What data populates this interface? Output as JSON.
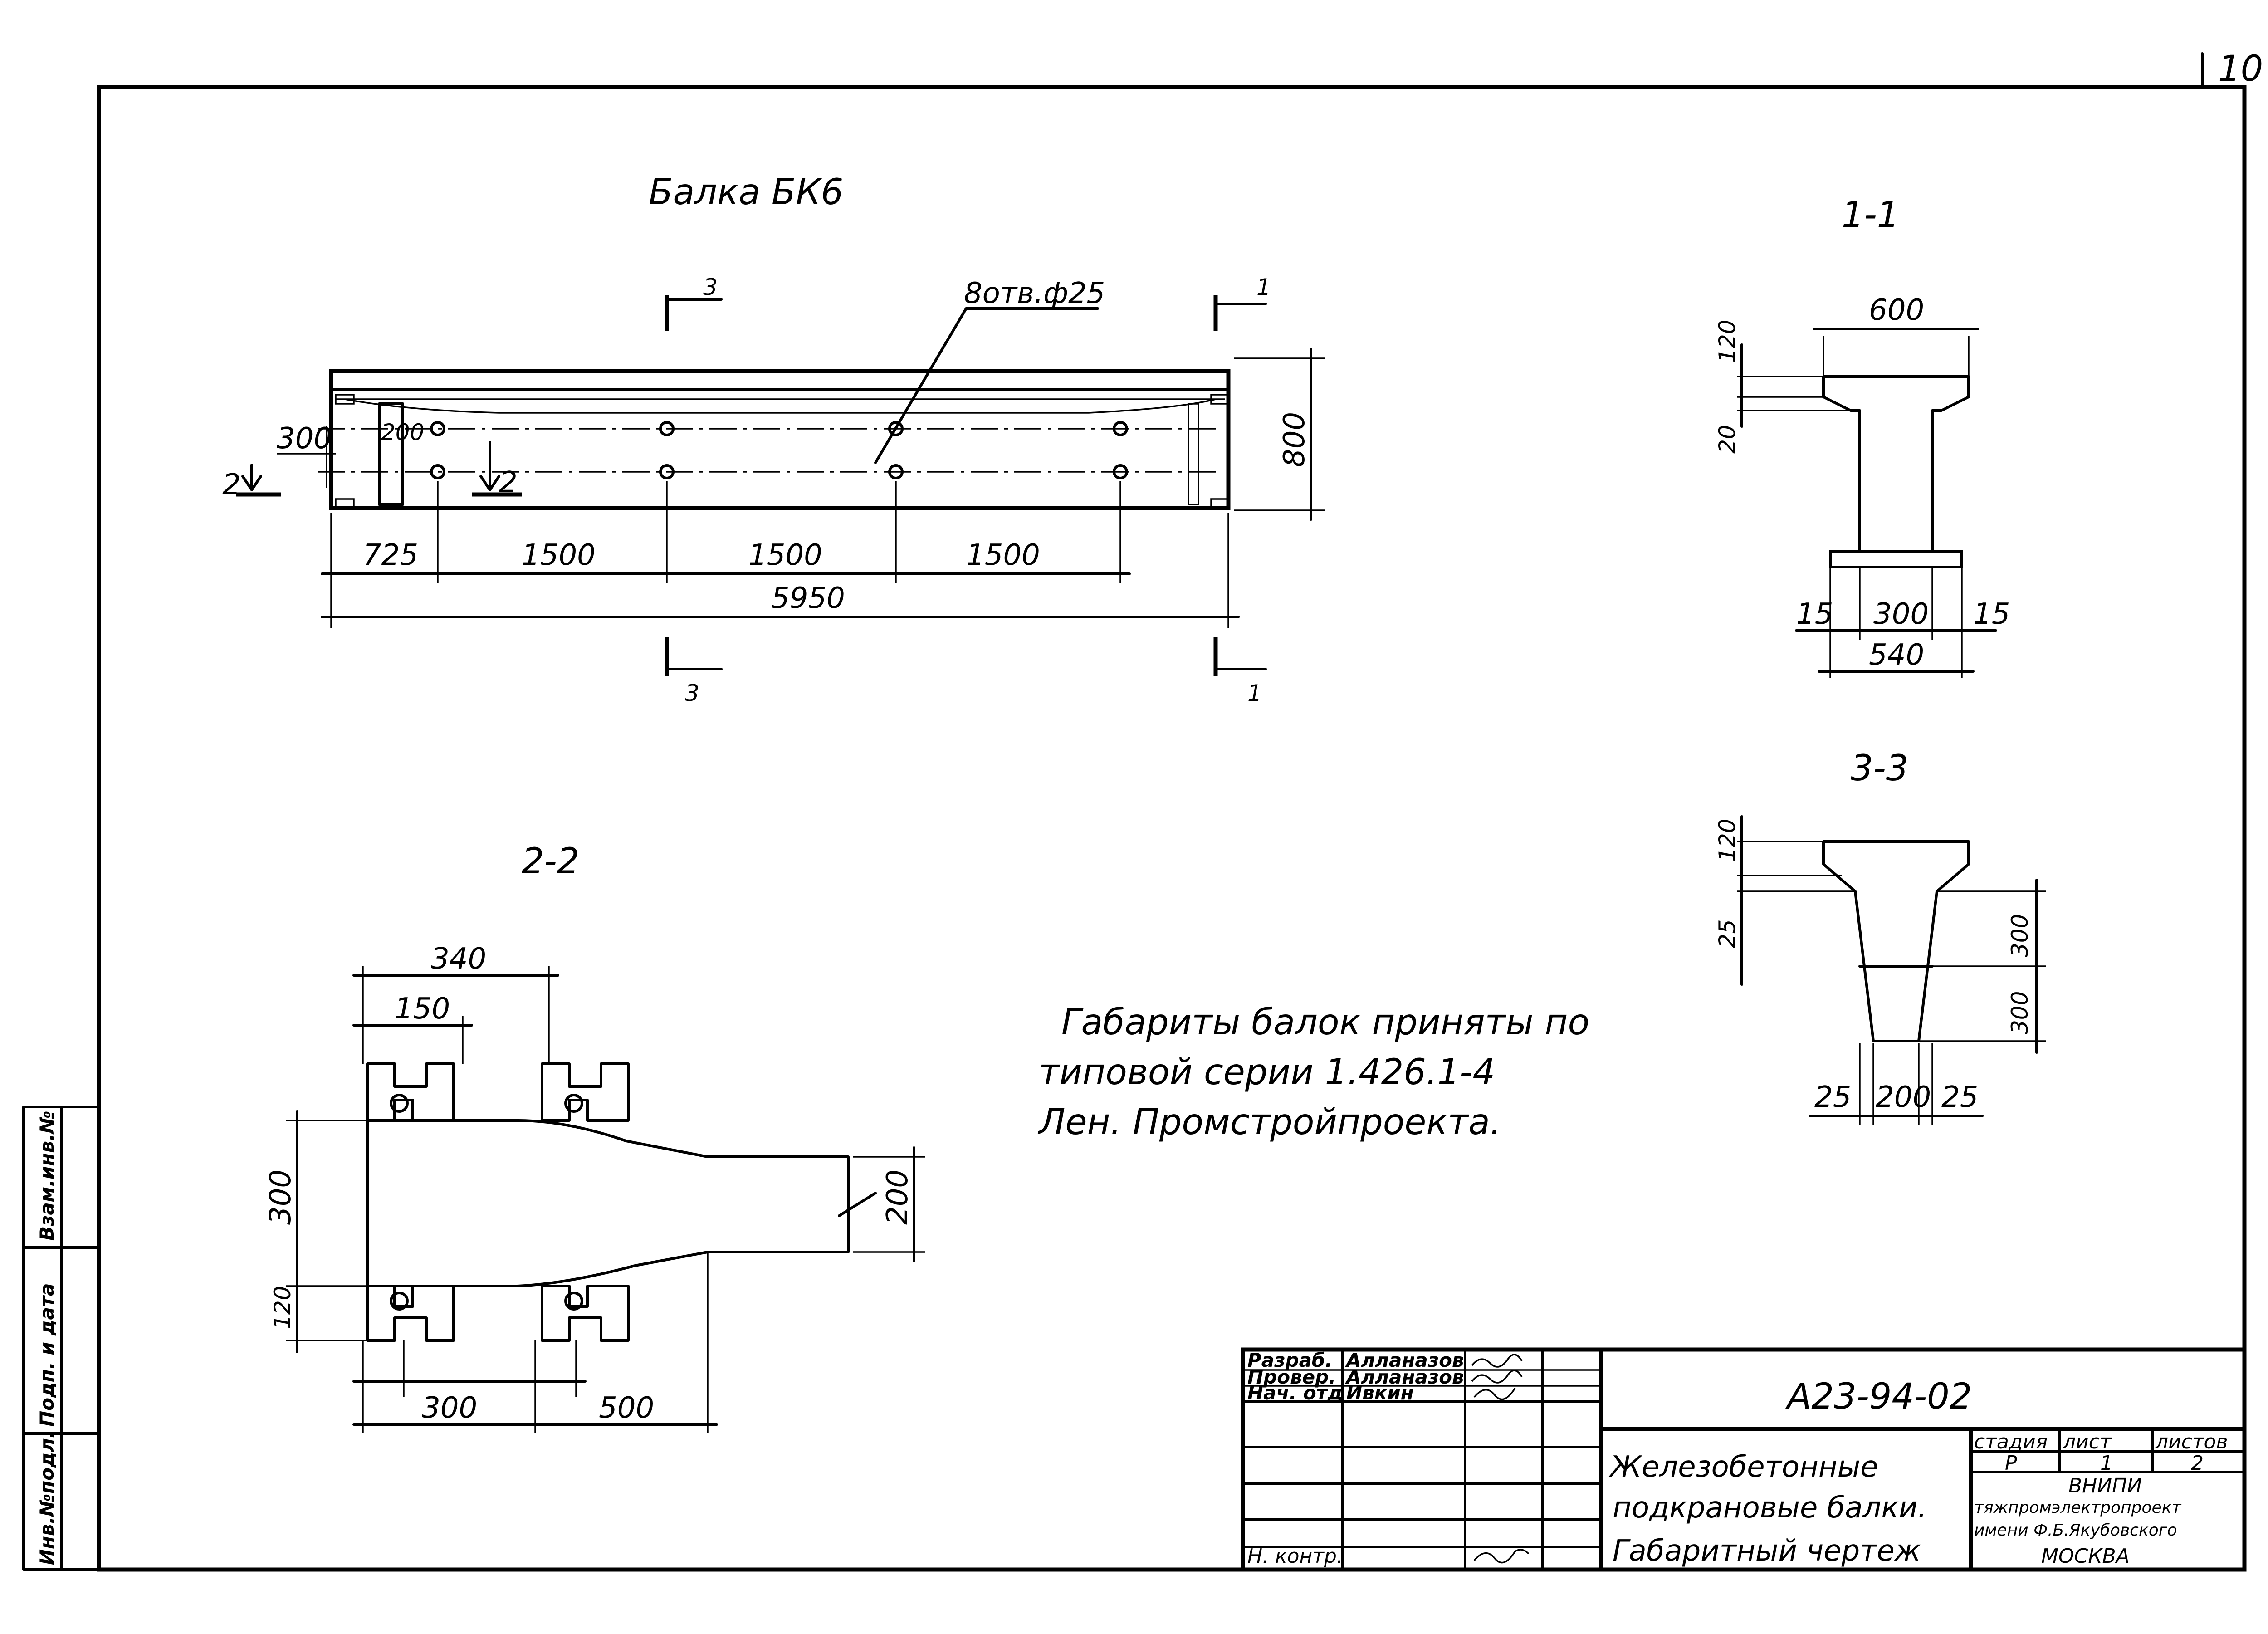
{
  "page_number": "10",
  "beam": {
    "title": "Балка БК6",
    "holes": "8отв.ф25",
    "height": "800",
    "offset_300": "300",
    "offset_200": "200",
    "spans": [
      "725",
      "1500",
      "1500",
      "1500"
    ],
    "total": "5950",
    "cut_labels": {
      "c1": "1",
      "c3": "3",
      "c2": "2"
    }
  },
  "section_1_1": {
    "title": "1-1",
    "top_width": "600",
    "flange": "120",
    "slope": "20",
    "left": "15",
    "web": "300",
    "right": "15",
    "bottom": "540"
  },
  "section_3_3": {
    "title": "3-3",
    "flange": "120",
    "slope": "25",
    "upper": "300",
    "lower": "300",
    "left": "25",
    "web": "200",
    "right": "25"
  },
  "section_2_2": {
    "title": "2-2",
    "w340": "340",
    "w150": "150",
    "h300": "300",
    "h120": "120",
    "h200": "200",
    "b300": "300",
    "b500": "500"
  },
  "note": {
    "line1": "Габариты балок приняты  по",
    "line2": "типовой серии 1.426.1-4",
    "line3": "Лен. Промстройпроекта."
  },
  "stamp": {
    "roles": [
      "Разраб.",
      "Провер.",
      "Нач. отд",
      "Н. контр."
    ],
    "names": [
      "Алланазов",
      "Алланазов",
      "Ивкин"
    ],
    "code": "А23-94-02",
    "title_lines": [
      "Железобетонные",
      "подкрановые балки.",
      "Габаритный чертеж"
    ],
    "col_headers": [
      "стадия",
      "лист",
      "листов"
    ],
    "col_values": [
      "Р",
      "1",
      "2"
    ],
    "org_lines": [
      "ВНИПИ",
      "тяжпромэлектропроект",
      "имени Ф.Б.Якубовского",
      "МОСКВА"
    ]
  },
  "side_stamp": [
    "Инв.№подл.",
    "Подп. и дата",
    "Взам.инв.№"
  ]
}
